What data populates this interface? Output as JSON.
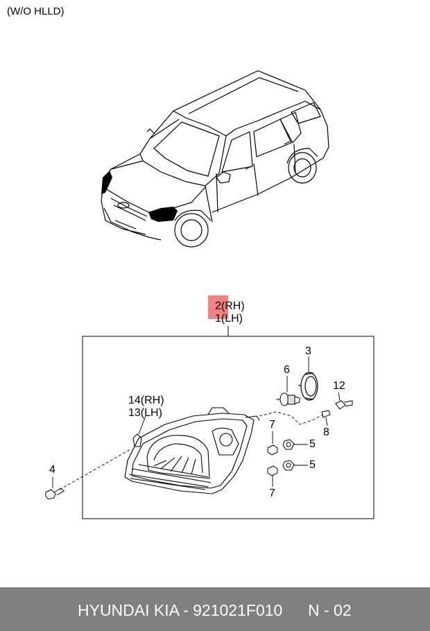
{
  "note": "(W/O HLLD)",
  "callouts": {
    "c2": "2(RH)",
    "c1": "1(LH)",
    "c3": "3",
    "c6": "6",
    "c12": "12",
    "c14": "14(RH)",
    "c13": "13(LH)",
    "c7a": "7",
    "c5a": "5",
    "c8": "8",
    "c4": "4",
    "c5b": "5",
    "c7b": "7"
  },
  "footer": {
    "brand": "HYUNDAI  KIA - 921021F010",
    "page": "N - 02"
  },
  "colors": {
    "highlight": "#f06b6b",
    "footer_bg": "#7f7f7f"
  },
  "icons": [
    "car-illustration",
    "headlamp-assembly-illustration",
    "bulb-icon",
    "socket-ring-icon",
    "bolt-icon",
    "clip-icon"
  ]
}
